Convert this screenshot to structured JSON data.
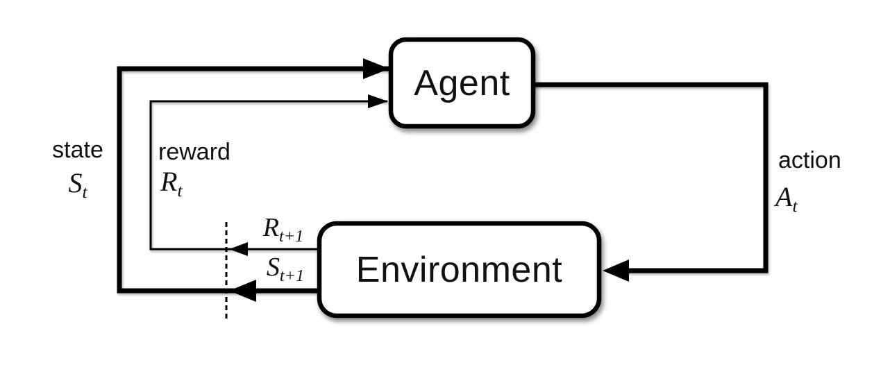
{
  "diagram": {
    "nodes": {
      "agent": {
        "label": "Agent"
      },
      "environment": {
        "label": "Environment"
      }
    },
    "signals": {
      "state": {
        "word": "state",
        "symbol": "S",
        "subscript": "t"
      },
      "reward": {
        "word": "reward",
        "symbol": "R",
        "subscript": "t"
      },
      "action": {
        "word": "action",
        "symbol": "A",
        "subscript": "t"
      },
      "next_reward": {
        "symbol": "R",
        "subscript": "t+1"
      },
      "next_state": {
        "symbol": "S",
        "subscript": "t+1"
      }
    },
    "colors": {
      "line": "#000000",
      "text": "#111111",
      "background": "#ffffff"
    }
  }
}
